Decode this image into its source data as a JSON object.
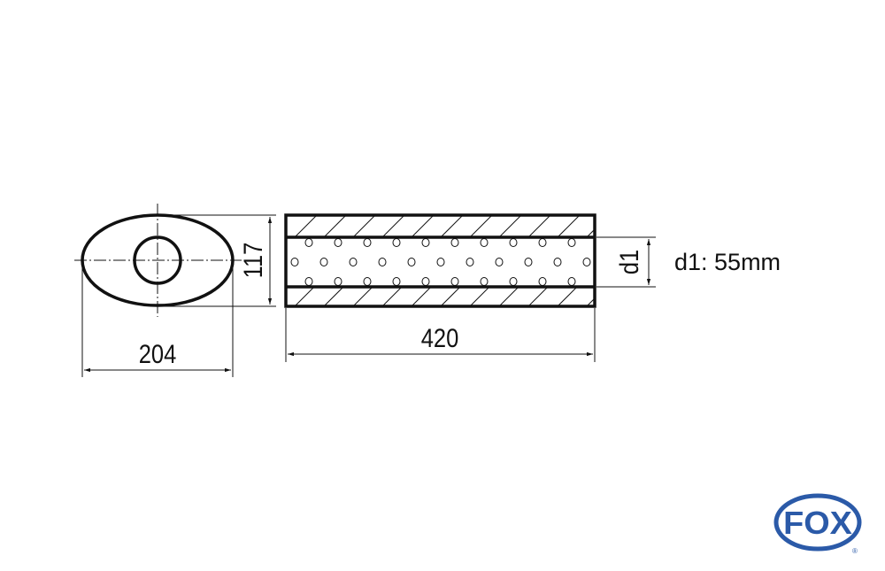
{
  "dimensions": {
    "width_label": "204",
    "height_label": "117",
    "length_label": "420",
    "diameter_symbol": "d1",
    "diameter_note": "d1: 55mm"
  },
  "logo": {
    "text": "FOX",
    "registered_mark": "®",
    "color": "#2b5aa8"
  }
}
